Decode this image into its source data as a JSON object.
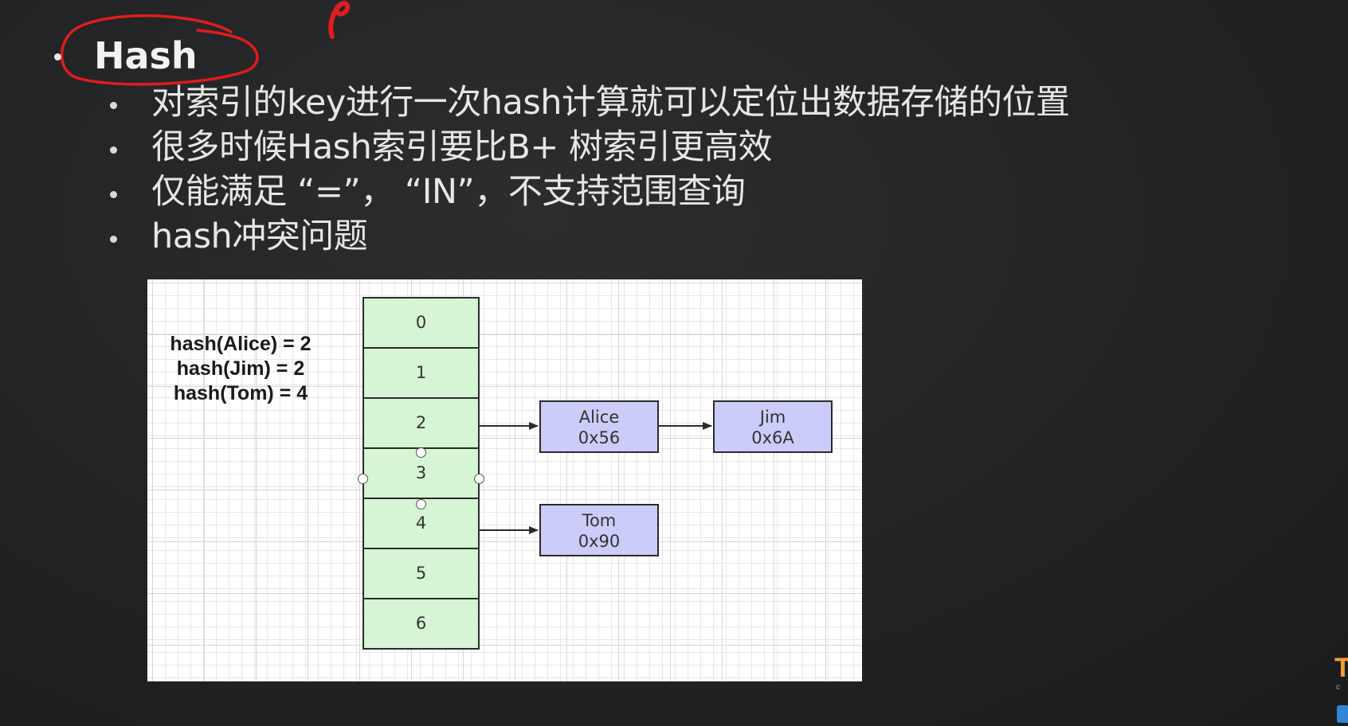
{
  "slide": {
    "title": "Hash",
    "bullets": [
      "对索引的key进行一次hash计算就可以定位出数据存储的位置",
      "很多时候Hash索引要比B+ 树索引更高效",
      "仅能满足 “=”， “IN”，不支持范围查询",
      "hash冲突问题"
    ],
    "annotation_color": "#e01c1c"
  },
  "diagram": {
    "hash_labels": [
      "hash(Alice) = 2",
      "hash(Jim) = 2",
      "hash(Tom) = 4"
    ],
    "buckets": [
      "0",
      "1",
      "2",
      "3",
      "4",
      "5",
      "6"
    ],
    "nodes": {
      "alice": {
        "name": "Alice",
        "addr": "0x56"
      },
      "jim": {
        "name": "Jim",
        "addr": "0x6A"
      },
      "tom": {
        "name": "Tom",
        "addr": "0x90"
      }
    },
    "colors": {
      "bucket_fill": "#d5f5d5",
      "node_fill": "#ccccfa",
      "border": "#2b2b2b"
    }
  },
  "corner_logo": {
    "letter": "T",
    "sub": "c",
    "accent": "#f0a030",
    "badge_color": "#2f86d8"
  }
}
